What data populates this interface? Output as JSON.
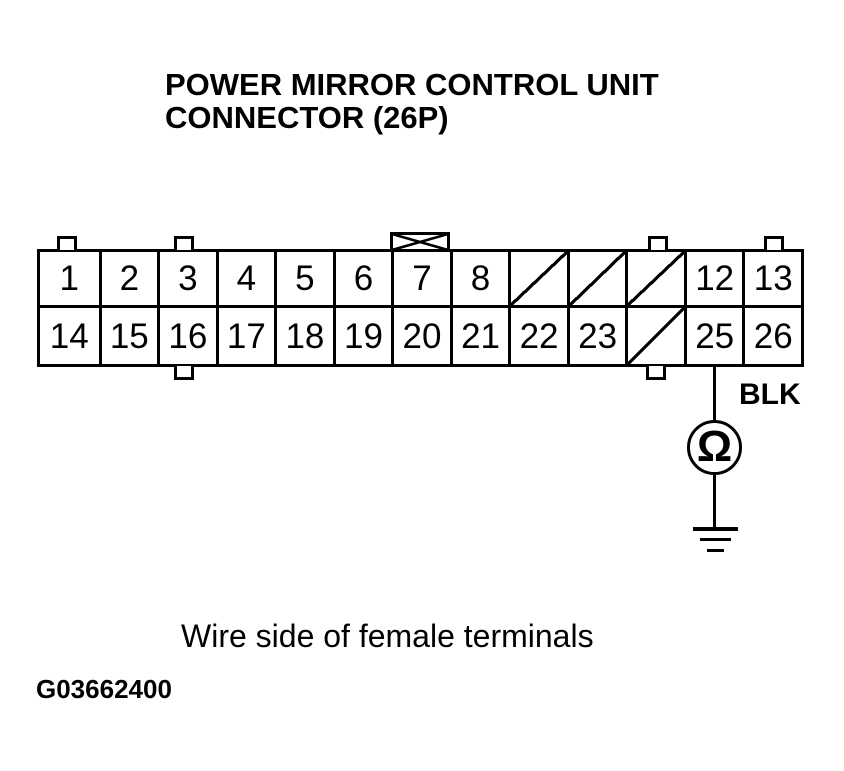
{
  "title": "POWER MIRROR CONTROL UNIT CONNECTOR (26P)",
  "caption": "Wire side of female terminals",
  "figure_id": "G03662400",
  "wire": {
    "color_label": "BLK"
  },
  "meter": {
    "symbol": "Ω",
    "type": "ohmmeter"
  },
  "ground": {
    "symbol": "earth-ground",
    "lines": 3
  },
  "colors": {
    "ink": "#000000",
    "paper": "#ffffff"
  },
  "connector": {
    "pin_count_label": "26P",
    "rows": [
      {
        "cells": [
          {
            "label": "1",
            "slashed": false
          },
          {
            "label": "2",
            "slashed": false
          },
          {
            "label": "3",
            "slashed": false
          },
          {
            "label": "4",
            "slashed": false
          },
          {
            "label": "5",
            "slashed": false
          },
          {
            "label": "6",
            "slashed": false
          },
          {
            "label": "7",
            "slashed": false
          },
          {
            "label": "8",
            "slashed": false
          },
          {
            "label": "",
            "slashed": true
          },
          {
            "label": "",
            "slashed": true
          },
          {
            "label": "",
            "slashed": true
          },
          {
            "label": "12",
            "slashed": false
          },
          {
            "label": "13",
            "slashed": false
          }
        ]
      },
      {
        "cells": [
          {
            "label": "14",
            "slashed": false
          },
          {
            "label": "15",
            "slashed": false
          },
          {
            "label": "16",
            "slashed": false
          },
          {
            "label": "17",
            "slashed": false
          },
          {
            "label": "18",
            "slashed": false
          },
          {
            "label": "19",
            "slashed": false
          },
          {
            "label": "20",
            "slashed": false
          },
          {
            "label": "21",
            "slashed": false
          },
          {
            "label": "22",
            "slashed": false
          },
          {
            "label": "23",
            "slashed": false
          },
          {
            "label": "",
            "slashed": true
          },
          {
            "label": "25",
            "slashed": false
          },
          {
            "label": "26",
            "slashed": false
          }
        ]
      }
    ]
  }
}
